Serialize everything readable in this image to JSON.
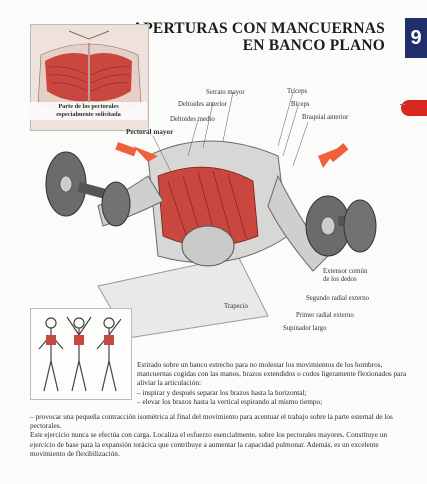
{
  "header": {
    "title_line1": "APERTURAS CON MANCUERNAS",
    "title_line2": "EN BANCO PLANO",
    "page_number": "9"
  },
  "inset": {
    "caption_line1": "Parte de los pectorales",
    "caption_line2": "especialmente solicitada"
  },
  "muscle_labels": {
    "serrato_mayor": "Serrato mayor",
    "deltoides_anterior": "Deltoides anterior",
    "deltoides_medio": "Deltoides medio",
    "pectoral_mayor": "Pectoral mayor",
    "triceps": "Tríceps",
    "biceps": "Bíceps",
    "braquial_anterior": "Braquial anterior",
    "extensor_comun_line1": "Extensor común",
    "extensor_comun_line2": "de los dedos",
    "segundo_radial": "Segundo radial externo",
    "primer_radial": "Primer radial externo",
    "supinador_largo": "Supinador largo",
    "trapecio": "Trapecio"
  },
  "text": {
    "intro": "Estirado sobre un banco estrecho para no molestar los movimientos de los hombros, mancuernas cogidas con las manos, brazos extendidos o codos ligeramente flexionados para aliviar la articulación:",
    "bullet1": "– inspirar y después separar los brazos hasta la horizontal;",
    "bullet2": "– elevar los brazos hasta la vertical espirando al mismo tiempo;",
    "para1": "– provocar una pequeña contracción isométrica al final del movimiento para acentuar el trabajo sobre la parte esternal de los pectorales.",
    "para2": "Este ejercicio nunca se efectúa con carga. Localiza el esfuerzo esencialmente, sobre los pectorales mayores. Constituye un ejercicio de base para la expansión torácica que contribuye a aumentar la capacidad pulmonar. Además, es un excelente movimiento de flexibilización."
  },
  "colors": {
    "page_tab": "#1f2f6b",
    "red_tab": "#d8281f",
    "muscle_red": "#c9473f",
    "arrow_orange": "#f0603a"
  }
}
